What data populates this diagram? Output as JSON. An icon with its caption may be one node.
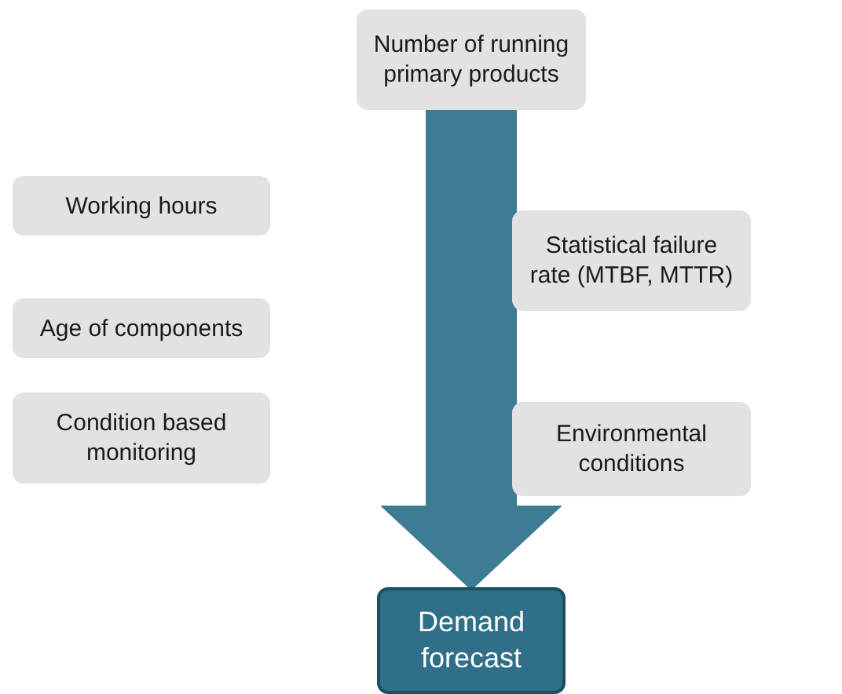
{
  "diagram": {
    "nodes": [
      {
        "text": [
          "Number of running primary products"
        ]
      },
      {
        "text": [
          "Demand forecast"
        ]
      },
      {
        "text": [
          "Working hours"
        ]
      },
      {
        "text": [
          "Age of components"
        ]
      },
      {
        "text": [
          "Condition based monitoring"
        ]
      },
      {
        "text": [
          "Statistical failure rate (MTBF, MTTR)"
        ]
      },
      {
        "text": [
          "Environmental conditions"
        ]
      }
    ],
    "edges": [
      {
        "from": 0,
        "to": 1,
        "arrow": "to",
        "color": "#3e7b94"
      }
    ]
  }
}
